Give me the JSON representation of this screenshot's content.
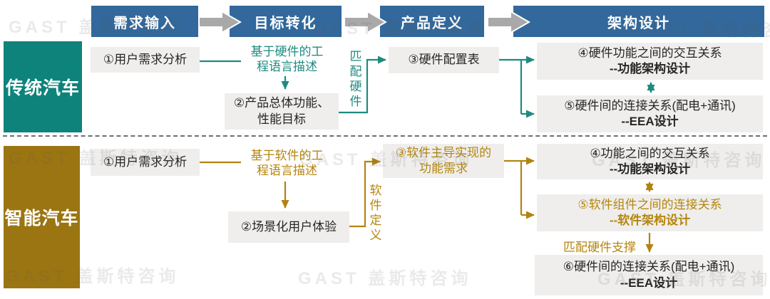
{
  "header": {
    "stages": [
      {
        "label": "需求输入"
      },
      {
        "label": "目标转化"
      },
      {
        "label": "产品定义"
      },
      {
        "label": "架构设计"
      }
    ]
  },
  "traditional": {
    "label": "传统汽车",
    "step1": "①用户需求分析",
    "note": {
      "line1": "基于硬件的工",
      "line2": "程语言描述"
    },
    "match_vertical": "匹配硬件",
    "step2": {
      "line1": "②产品总体功能、",
      "line2": "性能目标"
    },
    "step3": "③硬件配置表",
    "step4": {
      "line1": "④硬件功能之间的交互关系",
      "line2": "--功能架构设计"
    },
    "step5": {
      "line1": "⑤硬件间的连接关系(配电+通讯)",
      "line2": "--EEA设计"
    }
  },
  "smart": {
    "label": "智能汽车",
    "step1": "①用户需求分析",
    "note": {
      "line1": "基于软件的工",
      "line2": "程语言描述"
    },
    "define_vertical": "软件定义",
    "step2": "②场景化用户体验",
    "step3": {
      "line1": "③软件主导实现的",
      "line2": "功能需求"
    },
    "step4": {
      "line1": "④功能之间的交互关系",
      "line2": "--功能架构设计"
    },
    "step5": {
      "line1": "⑤软件组件之间的连接关系",
      "line2": "--软件架构设计"
    },
    "match_support": "匹配硬件支撑",
    "step6": {
      "line1": "⑥硬件间的连接关系(配电+通讯)",
      "line2": "--EEA设计"
    }
  },
  "watermark": "GAST 盖斯特咨询",
  "colors": {
    "header_blue": "#32689B",
    "traditional_teal": "#0E837B",
    "smart_gold": "#9B7512",
    "teal_accent": "#1E8A80",
    "gold_accent": "#B28310",
    "box_gray": "#EFEEED",
    "arrow_gray": "#A9A9A9",
    "divider_gray": "#6F6F6F"
  }
}
